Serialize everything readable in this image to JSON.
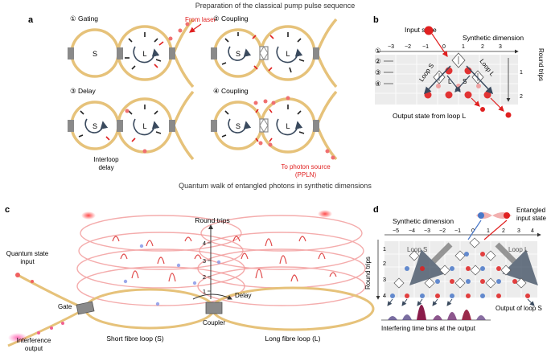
{
  "titles": {
    "top": "Preparation of the classical pump pulse sequence",
    "middle": "Quantum walk of entangled photons in synthetic dimensions"
  },
  "panel_letters": {
    "a": "a",
    "b": "b",
    "c": "c",
    "d": "d"
  },
  "panel_a": {
    "step1": "① Gating",
    "step2": "② Coupling",
    "step3": "③ Delay",
    "step4": "④ Coupling",
    "from_laser": "From laser",
    "loop_s": "S",
    "loop_l": "L",
    "interloop_line1": "Interloop",
    "interloop_line2": "delay",
    "photon_source_line1": "To photon source",
    "photon_source_line2": "(PPLN)"
  },
  "panel_b": {
    "input_state": "Input state",
    "synthetic_dimension": "Synthetic dimension",
    "round_trips": "Round trips",
    "x_ticks": [
      "−3",
      "−2",
      "−1",
      "0",
      "1",
      "2",
      "3"
    ],
    "row_labels": [
      "①",
      "②",
      "③",
      "④"
    ],
    "y_ticks": [
      "1",
      "2"
    ],
    "loop_s": "Loop S",
    "loop_l": "Loop L",
    "l": "L",
    "s": "S",
    "output": "Output state from loop L"
  },
  "panel_c": {
    "round_trips": "Round trips",
    "y_ticks": [
      "4",
      "3",
      "2",
      "1"
    ],
    "quantum_input_line1": "Quantum state",
    "quantum_input_line2": "input",
    "gate": "Gate",
    "interference_line1": "Interference",
    "interference_line2": "output",
    "short_loop": "Short fibre loop (S)",
    "long_loop": "Long fibre loop (L)",
    "coupler": "Coupler",
    "delay": "Delay"
  },
  "panel_d": {
    "synthetic_dimension": "Synthetic dimension",
    "entangled_line1": "Entangled",
    "entangled_line2": "input state",
    "x_ticks": [
      "−5",
      "−4",
      "−3",
      "−2",
      "−1",
      "0",
      "1",
      "2",
      "3",
      "4"
    ],
    "round_trips": "Round trips",
    "y_ticks": [
      "1",
      "2",
      "3",
      "4"
    ],
    "loop_s": "Loop S",
    "loop_l": "Loop L",
    "output_loop_s": "Output of loop S",
    "interfering": "Interfering time bins at the output"
  },
  "colors": {
    "fibre": "#e6c27a",
    "red": "#e02020",
    "blue": "#4a78c8",
    "grid_bg": "#ececec",
    "component": "#8a8a8a",
    "arrow": "#3a4a5e"
  }
}
